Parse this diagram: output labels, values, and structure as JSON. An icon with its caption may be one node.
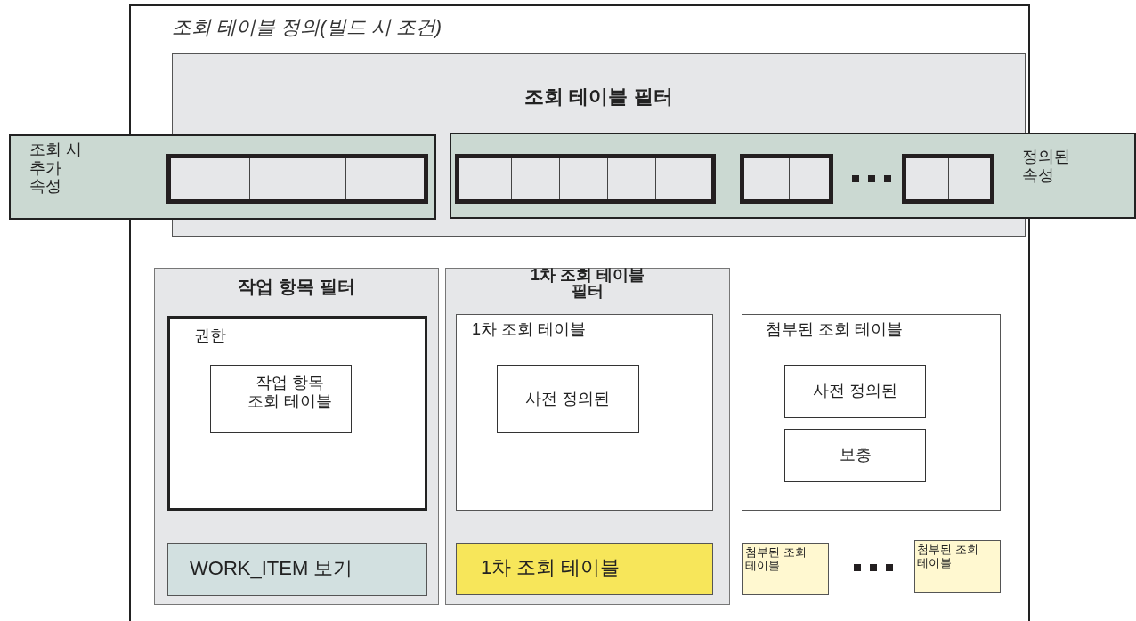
{
  "diagram": {
    "nodes": [
      {
        "text": [
          "조회 테이블 정의(빌드 시 조건)"
        ]
      },
      {
        "text": [
          "조회 테이블 필터"
        ],
        "in": 0
      },
      {
        "text": [
          "조회 시 추가 속성"
        ]
      },
      {
        "text": [
          "정의된 속성"
        ]
      },
      {
        "text": [
          "작업 항목 필터"
        ],
        "in": 0
      },
      {
        "text": [
          "권한"
        ],
        "in": 4
      },
      {
        "text": [
          "작업 항목 조회 테이블"
        ],
        "in": 5
      },
      {
        "text": [
          "WORK_ITEM 보기"
        ],
        "in": 4
      },
      {
        "text": [
          "1차 조회 테이블 필터"
        ],
        "in": 0
      },
      {
        "text": [
          "1차 조회 테이블"
        ],
        "in": 8
      },
      {
        "text": [
          "사전 정의된"
        ],
        "in": 9
      },
      {
        "text": [
          "1차 조회 테이블"
        ],
        "in": 8
      },
      {
        "text": [
          "첨부된 조회 테이블"
        ],
        "in": 0
      },
      {
        "text": [
          "사전 정의된"
        ],
        "in": 12
      },
      {
        "text": [
          "보충"
        ],
        "in": 12
      },
      {
        "text": [
          "첨부된 조회 테이블"
        ],
        "in": 0
      },
      {
        "text": [
          "첨부된 조회 테이블"
        ],
        "in": 0
      }
    ]
  }
}
